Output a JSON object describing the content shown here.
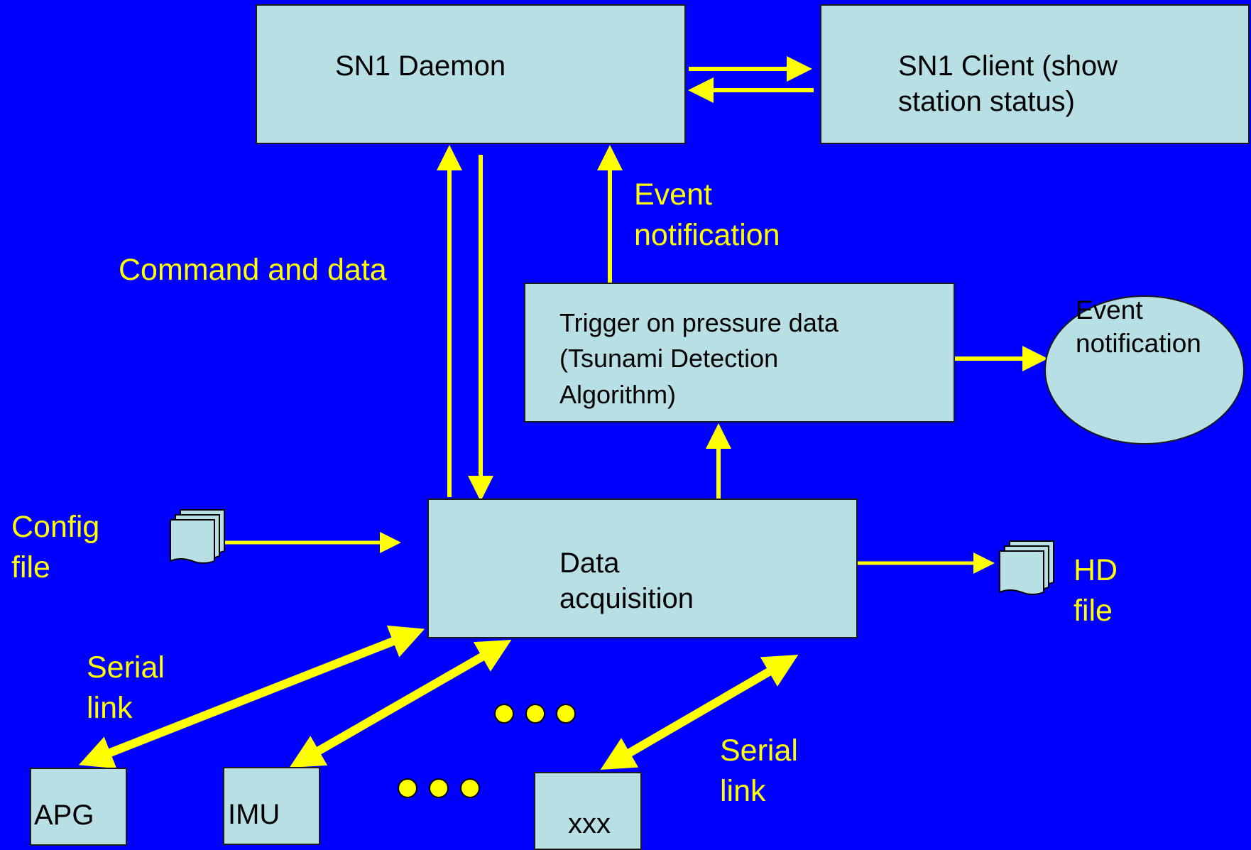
{
  "nodes": {
    "daemon": "SN1 Daemon",
    "client": "SN1 Client (show\nstation status)",
    "trigger": "Trigger on pressure data\n(Tsunami Detection\nAlgorithm)",
    "event_circle": "Event\nnotification",
    "acquisition": "Data\nacquisition",
    "apg": "APG",
    "imu": "IMU",
    "xxx": "xxx"
  },
  "labels": {
    "command_and_data": "Command and data",
    "event_notification": "Event\nnotification",
    "config_file": "Config\nfile",
    "hd_file": "HD\nfile",
    "serial_link_left": "Serial\nlink",
    "serial_link_right": "Serial\nlink"
  },
  "colors": {
    "background": "#0000ff",
    "box_fill": "#b8dfe3",
    "arrow": "#ffff00",
    "label_text": "#ffff00"
  },
  "icons": {
    "config_file": "document-stack-icon",
    "hd_file": "document-stack-icon"
  }
}
